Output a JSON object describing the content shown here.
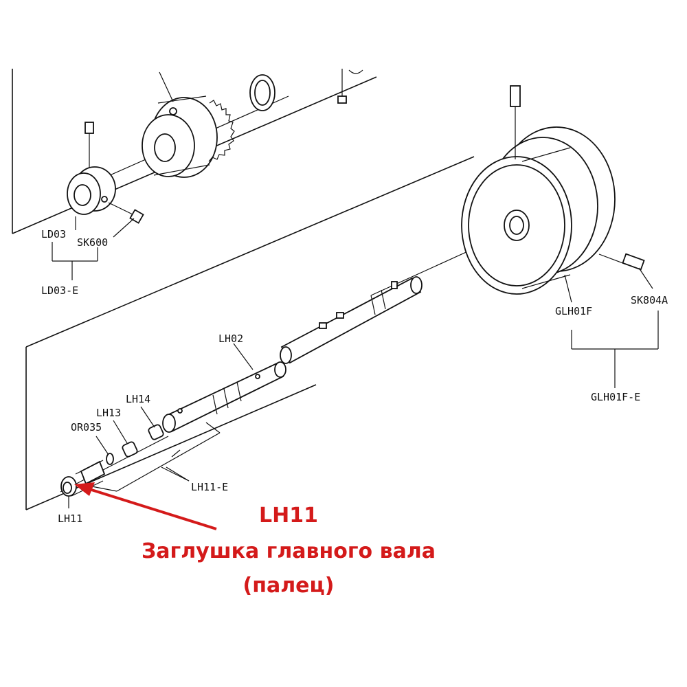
{
  "labels": {
    "ld03": "LD03",
    "sk600": "SK600",
    "ld03_e": "LD03-E",
    "glh01f": "GLH01F",
    "sk804a": "SK804A",
    "glh01f_e": "GLH01F-E",
    "lh02": "LH02",
    "lh14": "LH14",
    "lh13": "LH13",
    "or035": "OR035",
    "lh11_e": "LH11-E",
    "lh11": "LH11"
  },
  "caption": {
    "code": "LH11",
    "line1": "Заглушка главного вала",
    "line2": "(палец)"
  },
  "colors": {
    "accent": "#d41a1a",
    "ink": "#111111"
  }
}
